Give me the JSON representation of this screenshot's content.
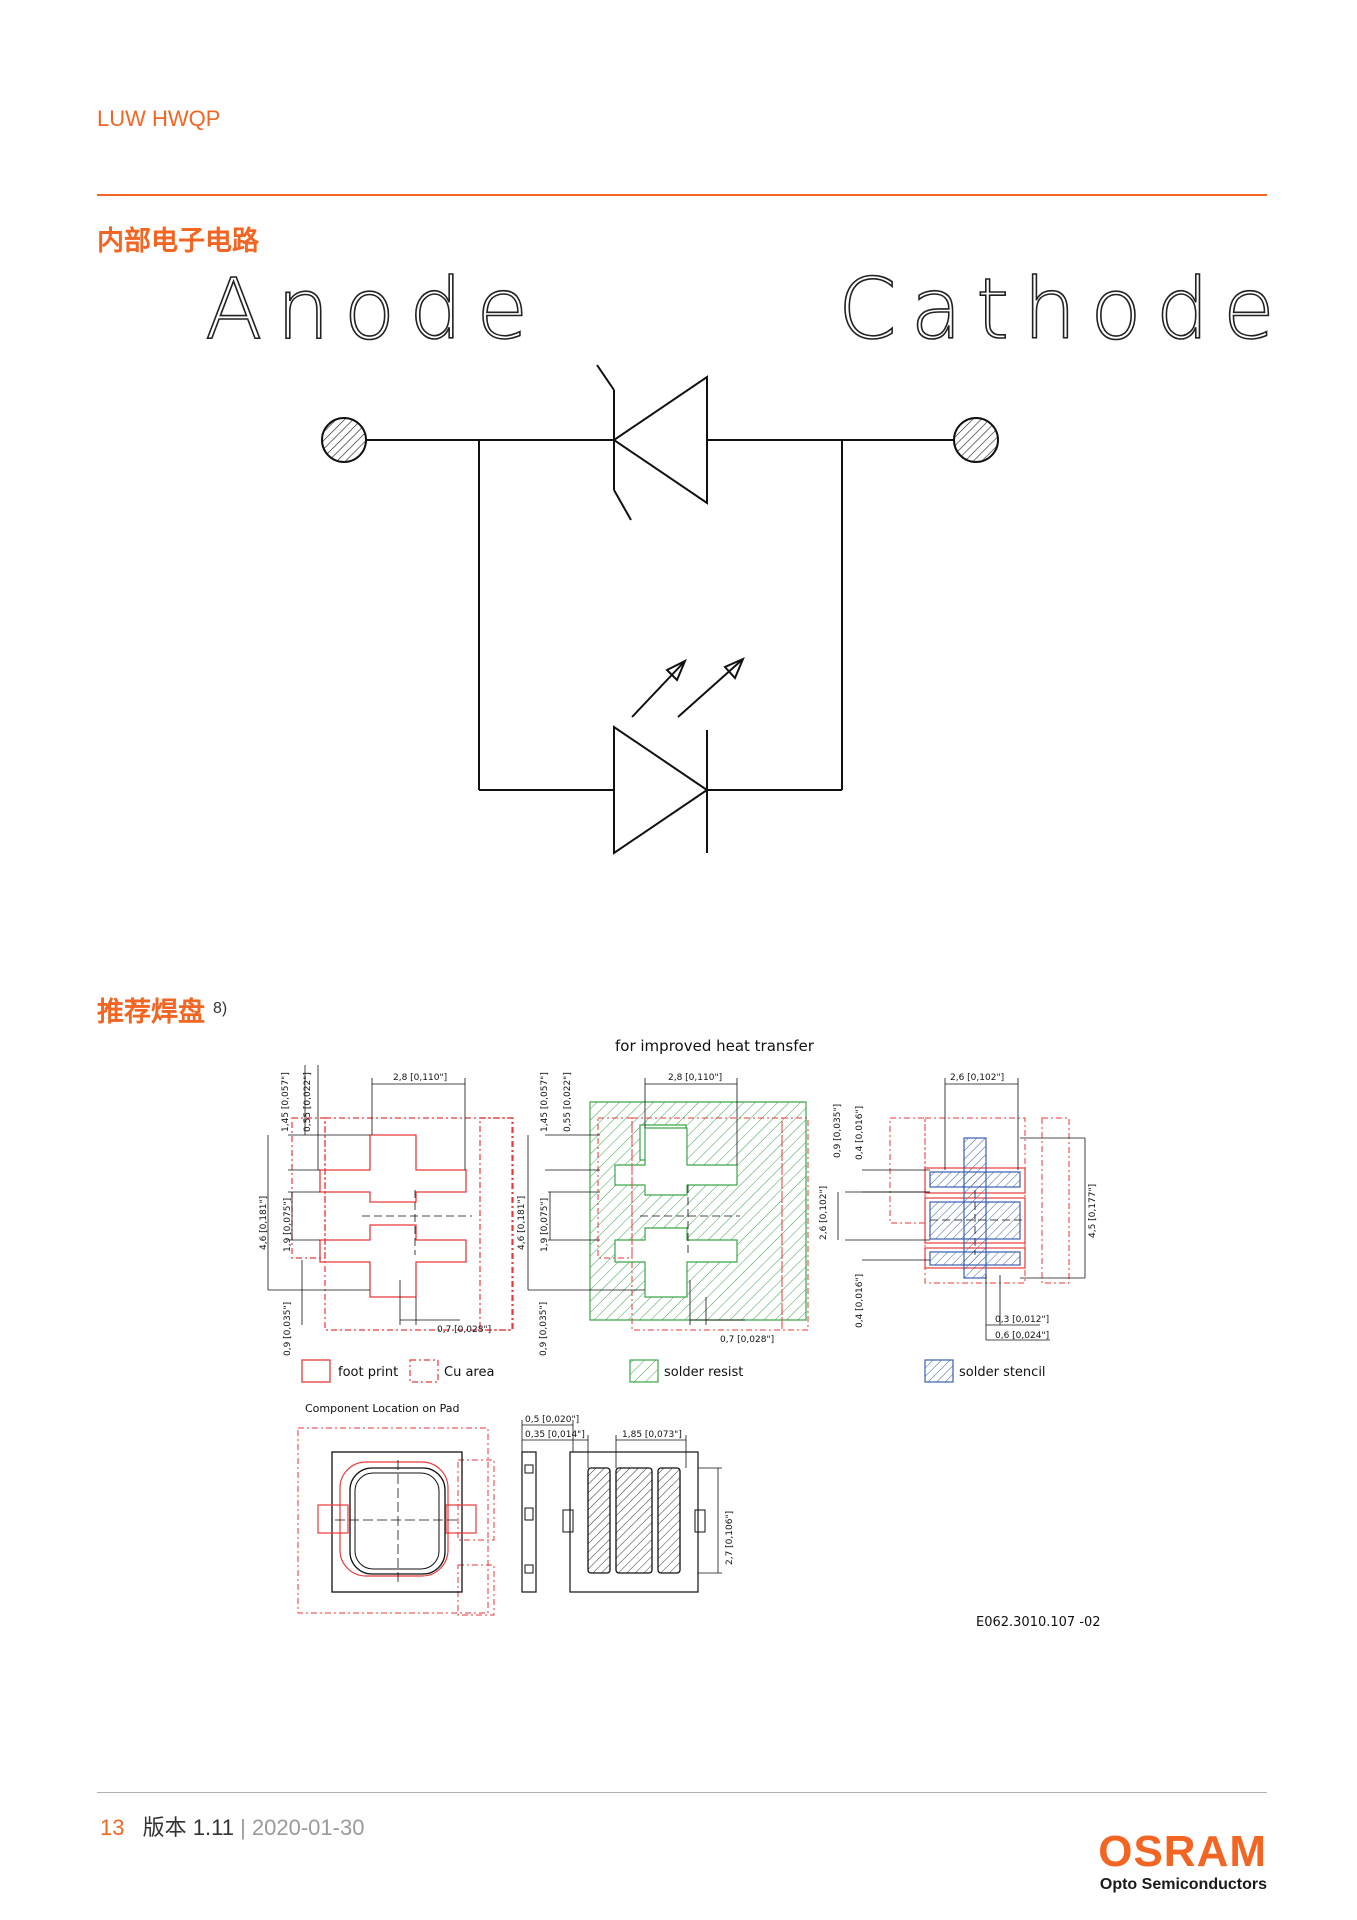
{
  "header": {
    "product": "LUW HWQP"
  },
  "section_circuit": {
    "title": "内部电子电路",
    "anode_label": "Anode",
    "cathode_label": "Cathode"
  },
  "section_pads": {
    "title": "推荐焊盘",
    "footnote": "8)",
    "caption": "for improved heat transfer",
    "dims1": {
      "top": "2,8 [0,110\"]",
      "v1": "1,45 [0,057\"]",
      "v2": "0,55 [0,022\"]",
      "v3": "4,6 [0,181\"]",
      "v4": "1,9 [0,075\"]",
      "v5": "0,9 [0,035\"]",
      "bot": "0,7 [0,028\"]"
    },
    "dims2": {
      "top": "2,8 [0,110\"]",
      "v1": "1,45 [0,057\"]",
      "v2": "0,55 [0,022\"]",
      "v3": "4,6 [0,181\"]",
      "v4": "1,9 [0,075\"]",
      "v5": "0,9 [0,035\"]",
      "bot": "0,7 [0,028\"]"
    },
    "dims3": {
      "top": "2,6 [0,102\"]",
      "v1": "0,9 [0,035\"]",
      "v2": "0,4 [0,016\"]",
      "v3": "2,6 [0,102\"]",
      "v4": "4,5 [0,177\"]",
      "v5": "0,4 [0,016\"]",
      "b1": "0,3 [0,012\"]",
      "b2": "0,6 [0,024\"]"
    },
    "legend": {
      "foot_print": "foot print",
      "cu_area": "Cu area",
      "solder_resist": "solder resist",
      "solder_stencil": "solder stencil"
    },
    "component_title": "Component Location on Pad",
    "dims4": {
      "d1": "0,5 [0,020\"]",
      "d2": "0,35 [0,014\"]",
      "d3": "1,85 [0,073\"]",
      "d4": "2,7 [0,106\"]"
    },
    "drawing_number": "E062.3010.107 -02"
  },
  "footer": {
    "page": "13",
    "version_label": "版本",
    "version": "1.11",
    "separator": "|",
    "date": "2020-01-30"
  },
  "logo": {
    "brand": "OSRAM",
    "tagline": "Opto Semiconductors"
  },
  "colors": {
    "accent": "#f26522",
    "footprint": "#e83a3a",
    "resist": "#3aa64a",
    "stencil": "#3a5fb0"
  }
}
